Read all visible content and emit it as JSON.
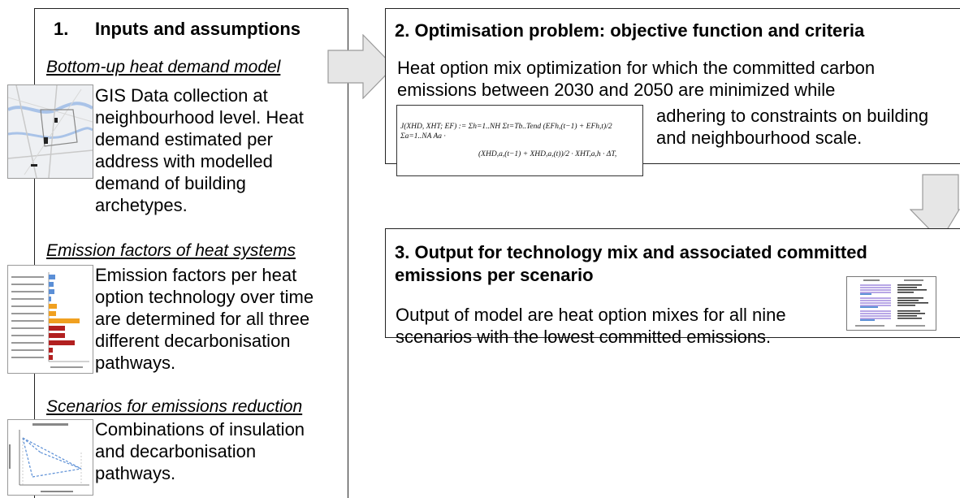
{
  "section1": {
    "number": "1.",
    "title": "Inputs and assumptions",
    "heat_model": {
      "heading": "Bottom-up heat demand model",
      "lines": [
        "GIS Data collection at",
        "neighbourhood level. Heat",
        "demand estimated per",
        "address with modelled",
        "demand of building",
        "archetypes."
      ]
    },
    "emission_factors": {
      "heading": "Emission factors of heat systems",
      "lines": [
        "Emission factors per heat",
        "option technology over time",
        "are determined for all three",
        "different decarbonisation",
        "pathways."
      ]
    },
    "scenarios": {
      "heading": "Scenarios for emissions reduction",
      "lines": [
        "Combinations of insulation",
        "and decarbonisation",
        "pathways."
      ]
    }
  },
  "section2": {
    "title": "2. Optimisation problem: objective function and criteria",
    "text_full": [
      "Heat option mix optimization for which the committed carbon",
      "emissions between 2030 and 2050 are minimized while"
    ],
    "text_right": [
      "adhering to constraints on building",
      "and neighbourhood scale."
    ],
    "formula_line1": "J(XHD, XHT; EF) := Σh=1..NH Σt=Tb..Tend (EFh,(t−1) + EFh,t)/2 Σa=1..NA Aa ·",
    "formula_line2": "(XHD,a,(t−1) + XHD,a,(t))/2 · XHT,a,h · ΔT,"
  },
  "section3": {
    "title_lines": [
      "3. Output for technology mix and associated committed",
      "emissions per scenario"
    ],
    "text_lines": [
      "Output of model are heat option mixes for all nine",
      "scenarios with the lowest committed emissions."
    ]
  },
  "colors": {
    "border": "#222222",
    "arrow_fill": "#e6e6e6",
    "arrow_stroke": "#9a9a9a",
    "bar_blue": "#5b8fd6",
    "bar_orange": "#f0a020",
    "bar_red": "#b22020"
  },
  "icons": [
    "map-thumbnail",
    "emission-bar-chart-thumbnail",
    "insulation-pathways-thumbnail",
    "output-charts-thumbnail"
  ]
}
